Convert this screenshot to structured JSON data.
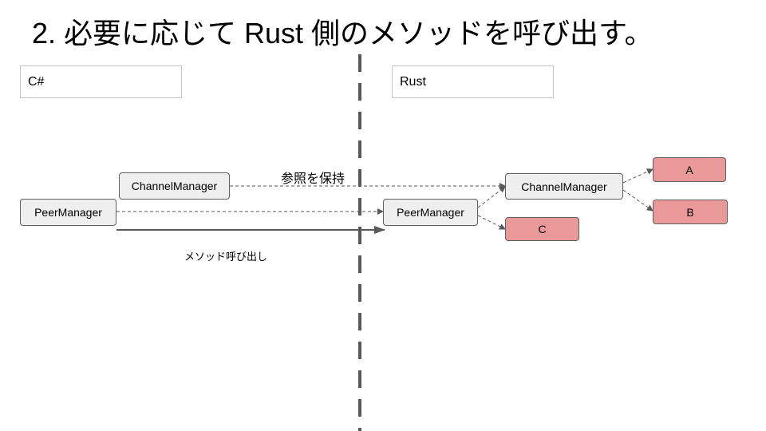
{
  "title": "2. 必要に応じて Rust 側のメソッドを呼び出す。",
  "panels": {
    "csharp_label": "C#",
    "rust_label": "Rust"
  },
  "nodes": {
    "cs_channel_manager": "ChannelManager",
    "cs_peer_manager": "PeerManager",
    "rs_peer_manager": "PeerManager",
    "rs_channel_manager": "ChannelManager",
    "a": "A",
    "b": "B",
    "c": "C"
  },
  "edges": {
    "reference_label": "参照を保持",
    "method_call_label": "メソッド呼び出し"
  },
  "colors": {
    "node_fill": "#efefef",
    "highlight_fill": "#ea9999",
    "line": "#595959"
  }
}
